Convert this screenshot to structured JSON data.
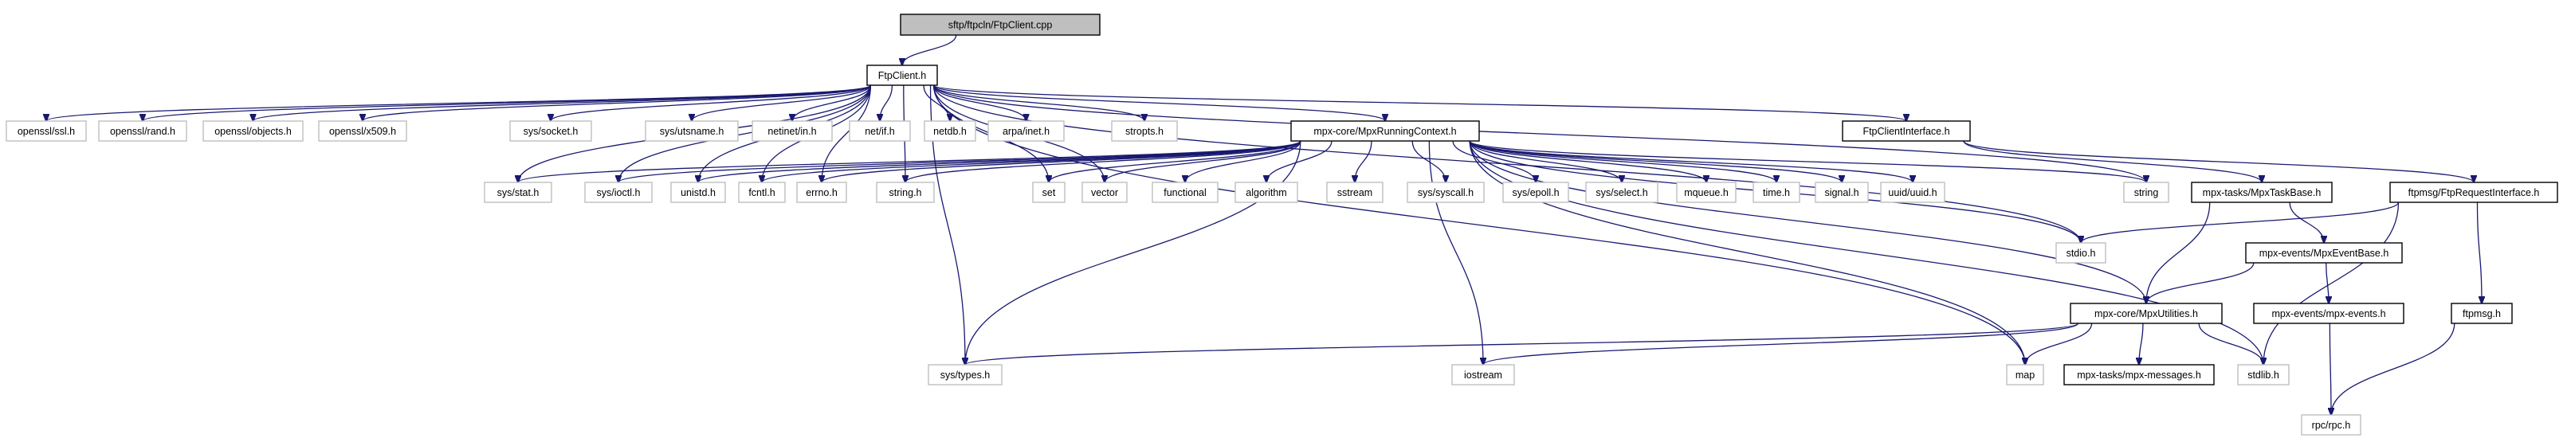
{
  "diagram": {
    "type": "include-dependency-graph",
    "colors": {
      "edge": "#191970",
      "root_fill": "#bfbfbf",
      "node_fill": "#ffffff",
      "documented_border": "#000000",
      "external_border": "#bfbfbf"
    },
    "nodes": [
      {
        "id": "root",
        "label": "sftp/ftpcln/FtpClient.cpp",
        "kind": "root"
      },
      {
        "id": "ftpclient_h",
        "label": "FtpClient.h",
        "kind": "documented"
      },
      {
        "id": "openssl_ssl",
        "label": "openssl/ssl.h",
        "kind": "external"
      },
      {
        "id": "openssl_rand",
        "label": "openssl/rand.h",
        "kind": "external"
      },
      {
        "id": "openssl_objects",
        "label": "openssl/objects.h",
        "kind": "external"
      },
      {
        "id": "openssl_x509",
        "label": "openssl/x509.h",
        "kind": "external"
      },
      {
        "id": "sys_socket",
        "label": "sys/socket.h",
        "kind": "external"
      },
      {
        "id": "sys_utsname",
        "label": "sys/utsname.h",
        "kind": "external"
      },
      {
        "id": "netinet_in",
        "label": "netinet/in.h",
        "kind": "external"
      },
      {
        "id": "net_if",
        "label": "net/if.h",
        "kind": "external"
      },
      {
        "id": "netdb",
        "label": "netdb.h",
        "kind": "external"
      },
      {
        "id": "arpa_inet",
        "label": "arpa/inet.h",
        "kind": "external"
      },
      {
        "id": "stropts",
        "label": "stropts.h",
        "kind": "external"
      },
      {
        "id": "mpx_running",
        "label": "mpx-core/MpxRunningContext.h",
        "kind": "documented"
      },
      {
        "id": "ftpclient_iface",
        "label": "FtpClientInterface.h",
        "kind": "documented"
      },
      {
        "id": "sys_stat",
        "label": "sys/stat.h",
        "kind": "external"
      },
      {
        "id": "sys_ioctl",
        "label": "sys/ioctl.h",
        "kind": "external"
      },
      {
        "id": "unistd",
        "label": "unistd.h",
        "kind": "external"
      },
      {
        "id": "fcntl",
        "label": "fcntl.h",
        "kind": "external"
      },
      {
        "id": "errno",
        "label": "errno.h",
        "kind": "external"
      },
      {
        "id": "string_h",
        "label": "string.h",
        "kind": "external"
      },
      {
        "id": "set",
        "label": "set",
        "kind": "external"
      },
      {
        "id": "vector",
        "label": "vector",
        "kind": "external"
      },
      {
        "id": "functional",
        "label": "functional",
        "kind": "external"
      },
      {
        "id": "algorithm",
        "label": "algorithm",
        "kind": "external"
      },
      {
        "id": "sstream",
        "label": "sstream",
        "kind": "external"
      },
      {
        "id": "sys_syscall",
        "label": "sys/syscall.h",
        "kind": "external"
      },
      {
        "id": "sys_epoll",
        "label": "sys/epoll.h",
        "kind": "external"
      },
      {
        "id": "sys_select",
        "label": "sys/select.h",
        "kind": "external"
      },
      {
        "id": "mqueue",
        "label": "mqueue.h",
        "kind": "external"
      },
      {
        "id": "time_h",
        "label": "time.h",
        "kind": "external"
      },
      {
        "id": "signal_h",
        "label": "signal.h",
        "kind": "external"
      },
      {
        "id": "uuid",
        "label": "uuid/uuid.h",
        "kind": "external"
      },
      {
        "id": "string",
        "label": "string",
        "kind": "external"
      },
      {
        "id": "stdio",
        "label": "stdio.h",
        "kind": "external"
      },
      {
        "id": "mpx_taskbase",
        "label": "mpx-tasks/MpxTaskBase.h",
        "kind": "documented"
      },
      {
        "id": "ftp_request_iface",
        "label": "ftpmsg/FtpRequestInterface.h",
        "kind": "documented"
      },
      {
        "id": "mpx_eventbase",
        "label": "mpx-events/MpxEventBase.h",
        "kind": "documented"
      },
      {
        "id": "mpx_utilities",
        "label": "mpx-core/MpxUtilities.h",
        "kind": "documented"
      },
      {
        "id": "mpx_events",
        "label": "mpx-events/mpx-events.h",
        "kind": "documented"
      },
      {
        "id": "ftpmsg_h",
        "label": "ftpmsg.h",
        "kind": "documented"
      },
      {
        "id": "sys_types",
        "label": "sys/types.h",
        "kind": "external"
      },
      {
        "id": "iostream",
        "label": "iostream",
        "kind": "external"
      },
      {
        "id": "map",
        "label": "map",
        "kind": "external"
      },
      {
        "id": "mpx_messages",
        "label": "mpx-tasks/mpx-messages.h",
        "kind": "documented"
      },
      {
        "id": "stdlib",
        "label": "stdlib.h",
        "kind": "external"
      },
      {
        "id": "rpc",
        "label": "rpc/rpc.h",
        "kind": "external"
      }
    ],
    "edges": [
      [
        "root",
        "ftpclient_h"
      ],
      [
        "ftpclient_h",
        "openssl_ssl"
      ],
      [
        "ftpclient_h",
        "openssl_rand"
      ],
      [
        "ftpclient_h",
        "openssl_objects"
      ],
      [
        "ftpclient_h",
        "openssl_x509"
      ],
      [
        "ftpclient_h",
        "sys_socket"
      ],
      [
        "ftpclient_h",
        "sys_utsname"
      ],
      [
        "ftpclient_h",
        "netinet_in"
      ],
      [
        "ftpclient_h",
        "net_if"
      ],
      [
        "ftpclient_h",
        "netdb"
      ],
      [
        "ftpclient_h",
        "arpa_inet"
      ],
      [
        "ftpclient_h",
        "stropts"
      ],
      [
        "ftpclient_h",
        "mpx_running"
      ],
      [
        "ftpclient_h",
        "ftpclient_iface"
      ],
      [
        "ftpclient_h",
        "sys_stat"
      ],
      [
        "ftpclient_h",
        "sys_ioctl"
      ],
      [
        "ftpclient_h",
        "unistd"
      ],
      [
        "ftpclient_h",
        "fcntl"
      ],
      [
        "ftpclient_h",
        "errno"
      ],
      [
        "ftpclient_h",
        "string_h"
      ],
      [
        "ftpclient_h",
        "set"
      ],
      [
        "ftpclient_h",
        "vector"
      ],
      [
        "ftpclient_h",
        "string"
      ],
      [
        "ftpclient_h",
        "sys_types"
      ],
      [
        "ftpclient_h",
        "map"
      ],
      [
        "ftpclient_h",
        "stdio"
      ],
      [
        "mpx_running",
        "sys_stat"
      ],
      [
        "mpx_running",
        "sys_ioctl"
      ],
      [
        "mpx_running",
        "unistd"
      ],
      [
        "mpx_running",
        "fcntl"
      ],
      [
        "mpx_running",
        "errno"
      ],
      [
        "mpx_running",
        "string_h"
      ],
      [
        "mpx_running",
        "set"
      ],
      [
        "mpx_running",
        "vector"
      ],
      [
        "mpx_running",
        "functional"
      ],
      [
        "mpx_running",
        "algorithm"
      ],
      [
        "mpx_running",
        "sstream"
      ],
      [
        "mpx_running",
        "sys_syscall"
      ],
      [
        "mpx_running",
        "sys_epoll"
      ],
      [
        "mpx_running",
        "sys_select"
      ],
      [
        "mpx_running",
        "mqueue"
      ],
      [
        "mpx_running",
        "time_h"
      ],
      [
        "mpx_running",
        "signal_h"
      ],
      [
        "mpx_running",
        "uuid"
      ],
      [
        "mpx_running",
        "string"
      ],
      [
        "mpx_running",
        "stdio"
      ],
      [
        "mpx_running",
        "mpx_utilities"
      ],
      [
        "mpx_running",
        "sys_types"
      ],
      [
        "mpx_running",
        "iostream"
      ],
      [
        "mpx_running",
        "map"
      ],
      [
        "mpx_running",
        "stdlib"
      ],
      [
        "ftpclient_iface",
        "mpx_taskbase"
      ],
      [
        "ftpclient_iface",
        "ftp_request_iface"
      ],
      [
        "mpx_taskbase",
        "mpx_eventbase"
      ],
      [
        "mpx_taskbase",
        "mpx_utilities"
      ],
      [
        "ftp_request_iface",
        "stdio"
      ],
      [
        "ftp_request_iface",
        "ftpmsg_h"
      ],
      [
        "ftp_request_iface",
        "stdlib"
      ],
      [
        "mpx_eventbase",
        "mpx_utilities"
      ],
      [
        "mpx_eventbase",
        "mpx_events"
      ],
      [
        "mpx_utilities",
        "sys_types"
      ],
      [
        "mpx_utilities",
        "iostream"
      ],
      [
        "mpx_utilities",
        "map"
      ],
      [
        "mpx_utilities",
        "mpx_messages"
      ],
      [
        "mpx_utilities",
        "stdlib"
      ],
      [
        "mpx_events",
        "rpc"
      ],
      [
        "ftpmsg_h",
        "rpc"
      ]
    ]
  }
}
